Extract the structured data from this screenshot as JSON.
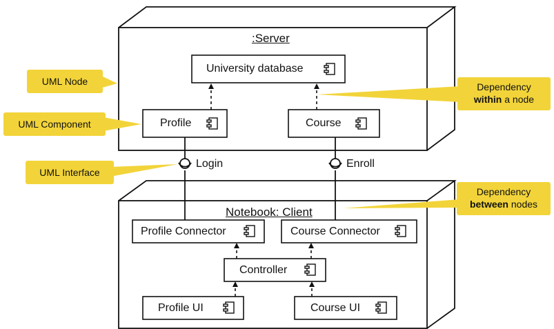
{
  "colors": {
    "callout": "#f2d43a",
    "stroke": "#111111",
    "background": "#ffffff"
  },
  "server": {
    "title": ":Server"
  },
  "client": {
    "title": "Notebook: Client"
  },
  "components": {
    "university_db": "University database",
    "profile": "Profile",
    "course": "Course",
    "profile_connector": "Profile Connector",
    "course_connector": "Course Connector",
    "controller": "Controller",
    "profile_ui": "Profile UI",
    "course_ui": "Course UI"
  },
  "interfaces": {
    "login": "Login",
    "enroll": "Enroll"
  },
  "callouts": {
    "uml_node": "UML Node",
    "uml_component": "UML Component",
    "uml_interface": "UML Interface",
    "dep_within_line1": "Dependency",
    "dep_within_bold": "within",
    "dep_within_rest": " a node",
    "dep_between_line1": "Dependency",
    "dep_between_bold": "between",
    "dep_between_rest": " nodes"
  },
  "icons": [
    "component-icon"
  ]
}
